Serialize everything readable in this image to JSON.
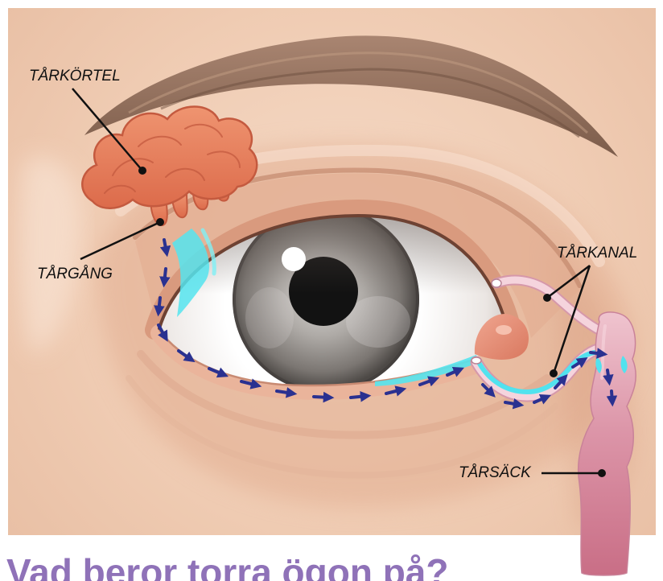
{
  "labels": {
    "gland": "TÅRKÖRTEL",
    "duct": "TÅRGÅNG",
    "canal": "TÅRKANAL",
    "sac": "TÅRSÄCK"
  },
  "heading": "Vad beror torra ögon på?",
  "colors": {
    "heading": "#8f72b8",
    "flow_arrows": "#2a3190",
    "tears": "#55e4ee",
    "gland": "#e57e5c",
    "tear_sac": "#d47d93",
    "skin": "#efcbb2"
  }
}
